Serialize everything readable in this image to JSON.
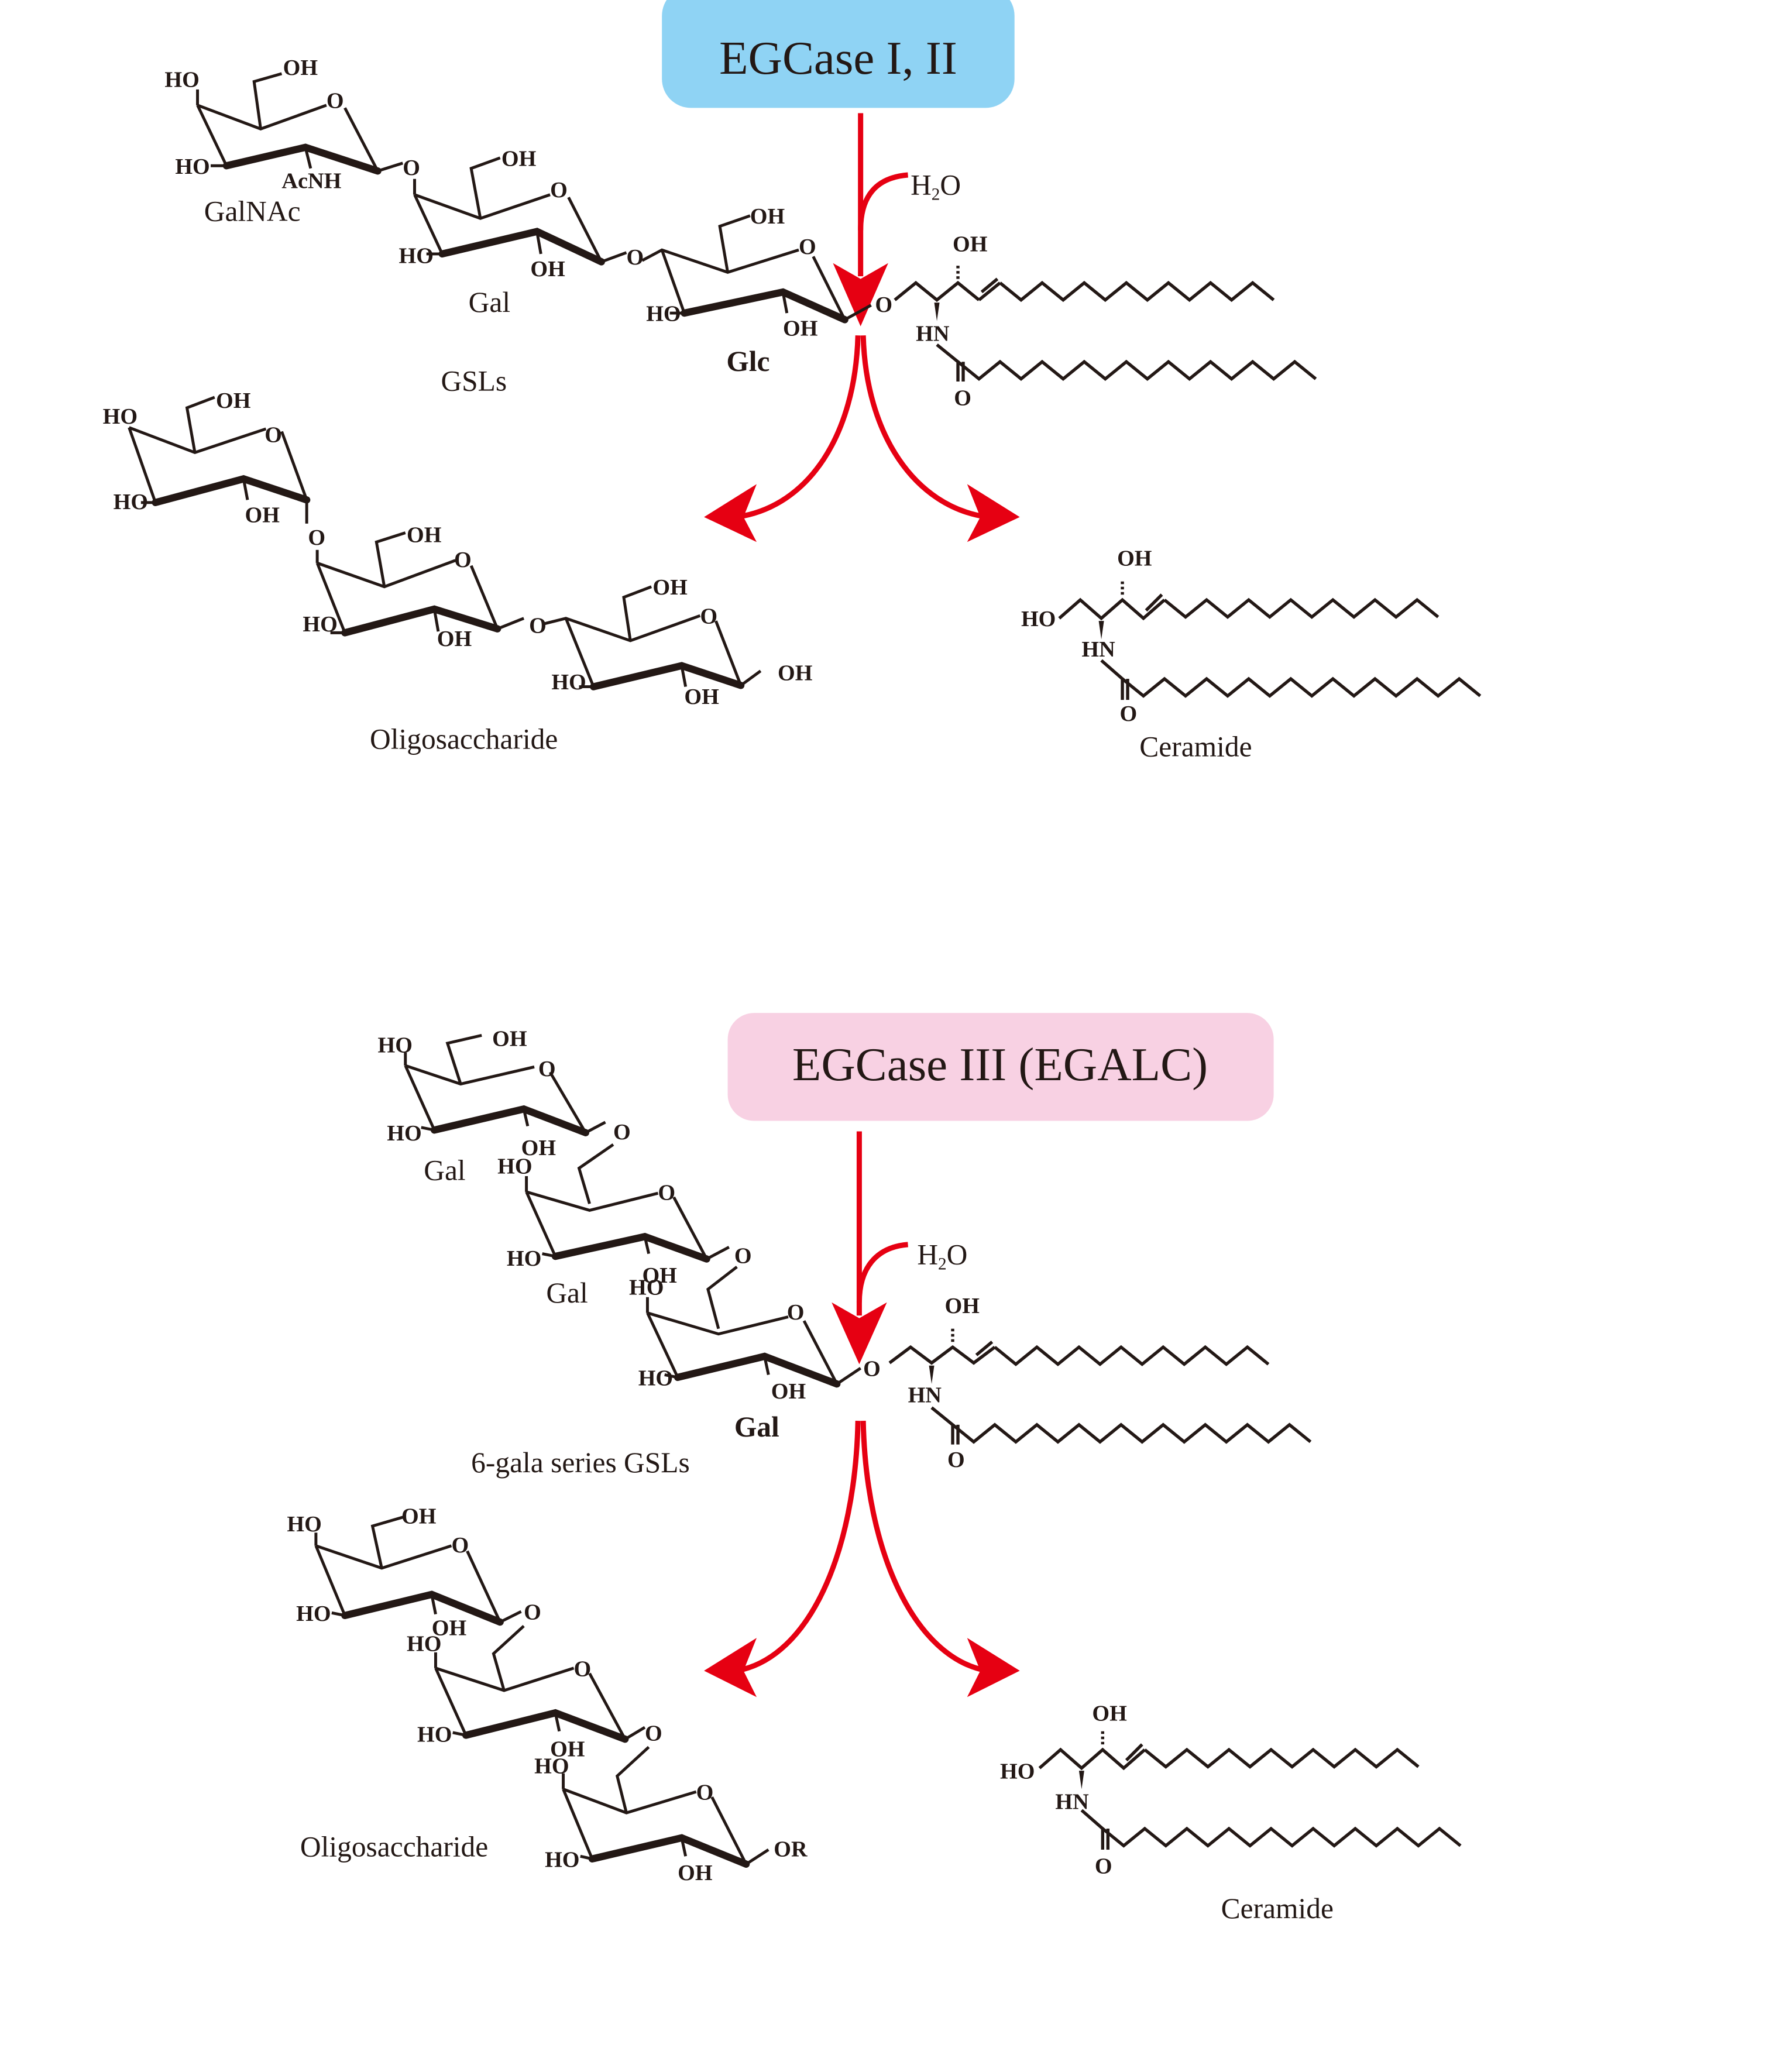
{
  "colors": {
    "enzyme1_box": "#8fd3f4",
    "enzyme2_box": "#f8d1e3",
    "arrow": "#e60012",
    "glc_label": "#e60012",
    "gal_label": "#1f6fb8",
    "ink": "#231815"
  },
  "panel1": {
    "enzyme": "EGCase I, II",
    "water": "H",
    "water_sub": "2",
    "water_o": "O",
    "substrate": {
      "name": "GSLs",
      "residues": [
        "GalNAc",
        "Gal",
        "Glc"
      ],
      "cleaved_residue": "Glc",
      "substituents": {
        "galnac": [
          "HO",
          "OH",
          "O",
          "HO",
          "AcNH"
        ],
        "gal": [
          "OH",
          "O",
          "HO",
          "OH"
        ],
        "glc": [
          "OH",
          "O",
          "HO",
          "OH"
        ],
        "linkers": [
          "O",
          "O",
          "O"
        ],
        "ceramide": [
          "OH",
          "HN",
          "O"
        ]
      }
    },
    "product_left": {
      "name": "Oligosaccharide",
      "substituents": {
        "ring1": [
          "HO",
          "OH",
          "O",
          "HO",
          "OH"
        ],
        "ring2": [
          "OH",
          "O",
          "HO",
          "OH"
        ],
        "ring3": [
          "OH",
          "O",
          "HO",
          "OH",
          "OH"
        ],
        "linkers": [
          "O",
          "O"
        ]
      }
    },
    "product_right": {
      "name": "Ceramide",
      "substituents": [
        "OH",
        "HO",
        "HN",
        "O"
      ]
    }
  },
  "panel2": {
    "enzyme": "EGCase III (EGALC)",
    "water": "H",
    "water_sub": "2",
    "water_o": "O",
    "substrate": {
      "name": "6-gala series GSLs",
      "residues": [
        "Gal",
        "Gal",
        "Gal"
      ],
      "cleaved_residue": "Gal",
      "substituents": {
        "ring1": [
          "HO",
          "OH",
          "O",
          "HO",
          "OH"
        ],
        "ring2": [
          "HO",
          "O",
          "HO",
          "OH"
        ],
        "ring3": [
          "HO",
          "O",
          "HO",
          "OH"
        ],
        "linkers": [
          "O",
          "O",
          "O"
        ],
        "ceramide": [
          "OH",
          "HN",
          "O"
        ]
      }
    },
    "product_left": {
      "name": "Oligosaccharide",
      "substituents": {
        "ring1": [
          "HO",
          "OH",
          "O",
          "HO",
          "OH"
        ],
        "ring2": [
          "HO",
          "O",
          "HO",
          "OH"
        ],
        "ring3": [
          "HO",
          "O",
          "HO",
          "OH",
          "OR"
        ],
        "linkers": [
          "O",
          "O"
        ]
      }
    },
    "product_right": {
      "name": "Ceramide",
      "substituents": [
        "OH",
        "HO",
        "HN",
        "O"
      ]
    }
  }
}
